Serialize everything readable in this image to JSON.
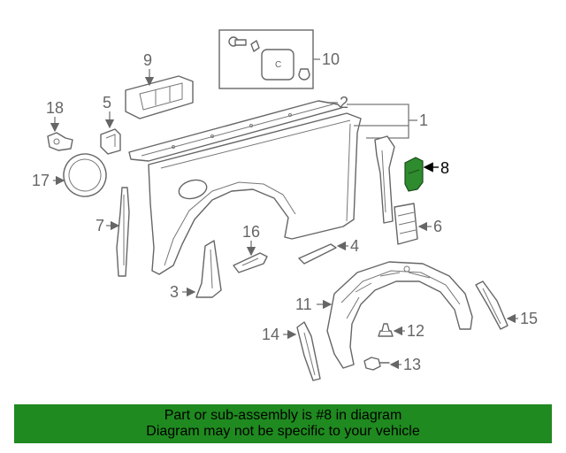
{
  "callouts": {
    "c1": "1",
    "c2": "2",
    "c3": "3",
    "c4": "4",
    "c5": "5",
    "c6": "6",
    "c7": "7",
    "c8": "8",
    "c9": "9",
    "c10": "10",
    "c11": "11",
    "c12": "12",
    "c13": "13",
    "c14": "14",
    "c15": "15",
    "c16": "16",
    "c17": "17",
    "c18": "18"
  },
  "highlighted_part": "8",
  "colors": {
    "highlight": "#2e8b2e",
    "banner": "#1f8a1f",
    "line": "#666666"
  },
  "banner": {
    "line1": "Part or sub-assembly is #8 in diagram",
    "line2": "Diagram may not be specific to your vehicle"
  }
}
